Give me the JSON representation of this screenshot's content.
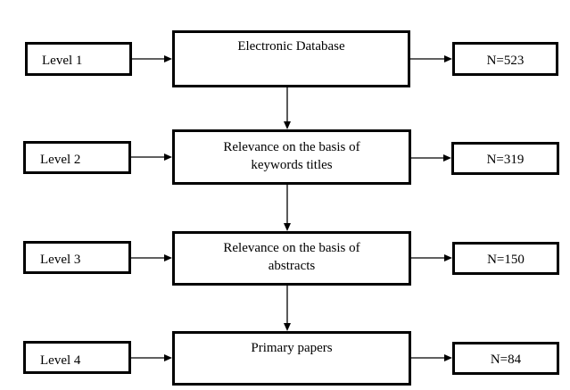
{
  "rows": [
    {
      "level_label": "Level 1",
      "stage_lines": [
        "Electronic Database"
      ],
      "count_label": "N=523"
    },
    {
      "level_label": "Level 2",
      "stage_lines": [
        "Relevance on the basis of",
        "keywords titles"
      ],
      "count_label": "N=319"
    },
    {
      "level_label": "Level 3",
      "stage_lines": [
        "Relevance on the basis of",
        "abstracts"
      ],
      "count_label": "N=150"
    },
    {
      "level_label": "Level 4",
      "stage_lines": [
        "Primary papers"
      ],
      "count_label": "N=84"
    }
  ]
}
